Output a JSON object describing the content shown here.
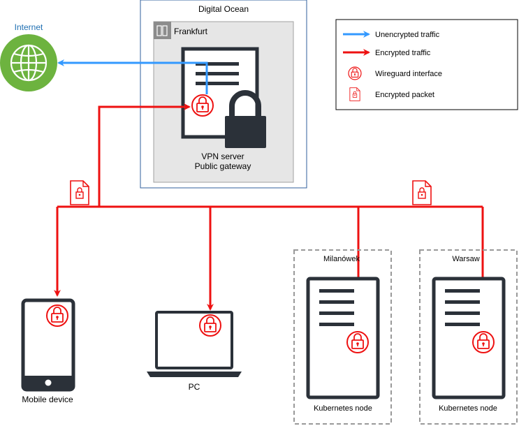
{
  "cloud_provider": {
    "label": "Digital Ocean"
  },
  "region": {
    "label": "Frankfurt"
  },
  "internet": {
    "label": "Internet",
    "icon": "globe-icon",
    "color": "#6db33f",
    "label_color": "#1f6fb2"
  },
  "vpn_server": {
    "line1": "VPN server",
    "line2": "Public gateway",
    "icon": "document-lock-icon"
  },
  "legend": {
    "items": [
      {
        "label": "Unencrypted traffic",
        "icon": "blue-arrow-icon",
        "color": "#3399ff"
      },
      {
        "label": "Encrypted traffic",
        "icon": "red-arrow-icon",
        "color": "#ee1111"
      },
      {
        "label": "Wireguard interface",
        "icon": "lock-circle-icon"
      },
      {
        "label": "Encrypted packet",
        "icon": "locked-file-icon"
      }
    ]
  },
  "clients": {
    "mobile": {
      "label": "Mobile device",
      "icon": "smartphone-icon"
    },
    "pc": {
      "label": "PC",
      "icon": "laptop-icon"
    }
  },
  "sites": [
    {
      "label": "Milanówek",
      "node_label": "Kubernetes node",
      "icon": "server-icon"
    },
    {
      "label": "Warsaw",
      "node_label": "Kubernetes node",
      "icon": "server-icon"
    }
  ],
  "colors": {
    "encrypted": "#ee1111",
    "unencrypted": "#3399ff",
    "device": "#2b3139",
    "region_bg": "#e6e6e6",
    "ocean_border": "#2f5f9e"
  }
}
